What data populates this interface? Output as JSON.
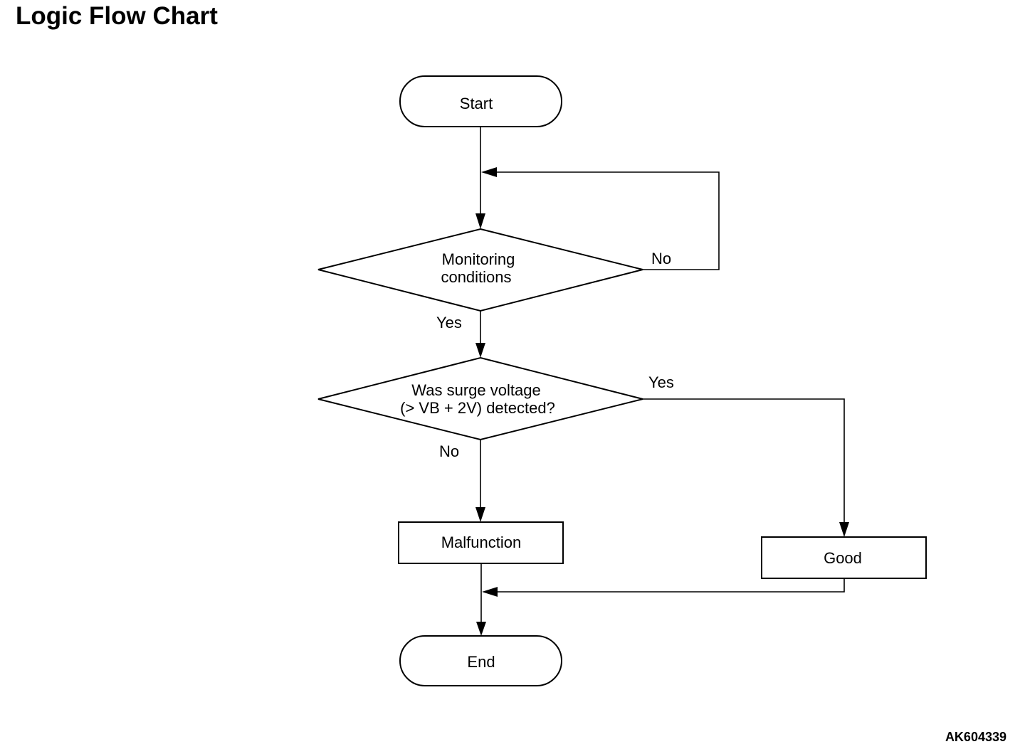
{
  "header": {
    "title": "Logic Flow Chart"
  },
  "footer": {
    "figure_id": "AK604339"
  },
  "flowchart": {
    "start": "Start",
    "decision_1": {
      "line1": "Monitoring",
      "line2": "conditions",
      "no_label": "No",
      "yes_label": "Yes"
    },
    "decision_2": {
      "line1": "Was surge voltage",
      "line2": "(> VB + 2V) detected?",
      "yes_label": "Yes",
      "no_label": "No"
    },
    "malfunction": "Malfunction",
    "good": "Good",
    "end": "End"
  }
}
